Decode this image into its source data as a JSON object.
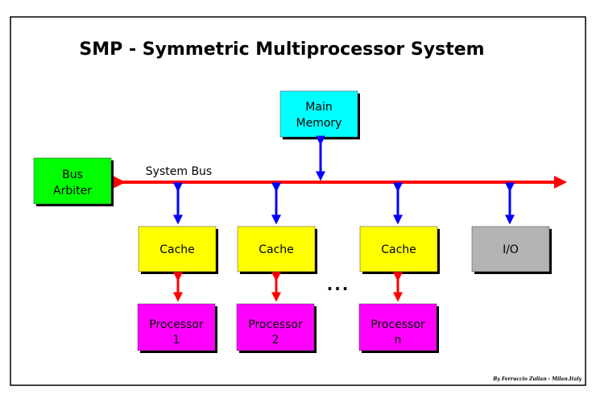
{
  "title": "SMP - Symmetric Multiprocessor System",
  "bus_label": "System Bus",
  "main_memory": {
    "line1": "Main",
    "line2": "Memory",
    "color": "#00ffff"
  },
  "bus_arbiter": {
    "line1": "Bus",
    "line2": "Arbiter",
    "color": "#00ff00"
  },
  "caches": [
    {
      "label": "Cache"
    },
    {
      "label": "Cache"
    },
    {
      "label": "Cache"
    }
  ],
  "cache_color": "#ffff00",
  "io": {
    "label": "I/O",
    "color": "#b3b3b3"
  },
  "processors": [
    {
      "line1": "Processor",
      "line2": "1"
    },
    {
      "line1": "Processor",
      "line2": "2"
    },
    {
      "line1": "Processor",
      "line2": "n"
    }
  ],
  "processor_color": "#ff00ff",
  "ellipsis": "...",
  "credit": "By Ferruccio Zulian - Milan.Italy",
  "colors": {
    "bus": "#ff0000",
    "bus_link": "#0000ff",
    "cpu_link": "#ff0000"
  }
}
